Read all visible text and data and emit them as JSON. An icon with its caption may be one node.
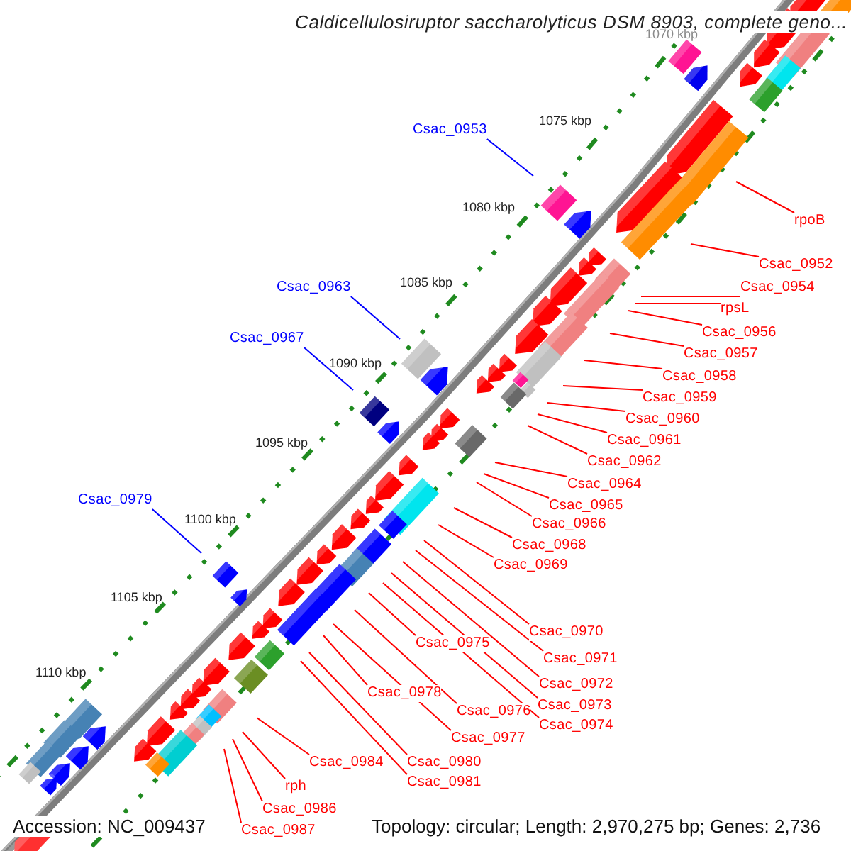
{
  "diagram": {
    "title": "Caldicellulosiruptor saccharolyticus DSM 8903, complete geno...",
    "nodes": [
      {
        "text": [
          "Csac_0953"
        ]
      },
      {
        "text": [
          "Csac_0963"
        ]
      },
      {
        "text": [
          "Csac_0967"
        ]
      },
      {
        "text": [
          "Csac_0979"
        ]
      },
      {
        "text": [
          "rpoB"
        ]
      },
      {
        "text": [
          "Csac_0952"
        ]
      },
      {
        "text": [
          "Csac_0954"
        ]
      },
      {
        "text": [
          "rpsL"
        ]
      },
      {
        "text": [
          "Csac_0956"
        ]
      },
      {
        "text": [
          "Csac_0957"
        ]
      },
      {
        "text": [
          "Csac_0958"
        ]
      },
      {
        "text": [
          "Csac_0959"
        ]
      },
      {
        "text": [
          "Csac_0960"
        ]
      },
      {
        "text": [
          "Csac_0961"
        ]
      },
      {
        "text": [
          "Csac_0962"
        ]
      },
      {
        "text": [
          "Csac_0964"
        ]
      },
      {
        "text": [
          "Csac_0965"
        ]
      },
      {
        "text": [
          "Csac_0966"
        ]
      },
      {
        "text": [
          "Csac_0968"
        ]
      },
      {
        "text": [
          "Csac_0969"
        ]
      },
      {
        "text": [
          "Csac_0970"
        ]
      },
      {
        "text": [
          "Csac_0971"
        ]
      },
      {
        "text": [
          "Csac_0972"
        ]
      },
      {
        "text": [
          "Csac_0973"
        ]
      },
      {
        "text": [
          "Csac_0974"
        ]
      },
      {
        "text": [
          "Csac_0975"
        ]
      },
      {
        "text": [
          "Csac_0976"
        ]
      },
      {
        "text": [
          "Csac_0977"
        ]
      },
      {
        "text": [
          "Csac_0978"
        ]
      },
      {
        "text": [
          "Csac_0980"
        ]
      },
      {
        "text": [
          "Csac_0981"
        ]
      },
      {
        "text": [
          "Csac_0984"
        ]
      },
      {
        "text": [
          "rph"
        ]
      },
      {
        "text": [
          "Csac_0986"
        ]
      },
      {
        "text": [
          "Csac_0987"
        ]
      }
    ],
    "edges": [
      {
        "from": 0,
        "to": null,
        "arrow": "none",
        "color": "#0000ff"
      },
      {
        "from": 1,
        "to": null,
        "arrow": "none",
        "color": "#0000ff"
      },
      {
        "from": 2,
        "to": null,
        "arrow": "none",
        "color": "#0000ff"
      },
      {
        "from": 3,
        "to": null,
        "arrow": "none",
        "color": "#0000ff"
      },
      {
        "from": 4,
        "to": null,
        "arrow": "none"
      },
      {
        "from": 5,
        "to": null,
        "arrow": "none"
      },
      {
        "from": 6,
        "to": null,
        "arrow": "none"
      },
      {
        "from": 7,
        "to": null,
        "arrow": "none"
      },
      {
        "from": 8,
        "to": null,
        "arrow": "none"
      },
      {
        "from": 9,
        "to": null,
        "arrow": "none"
      },
      {
        "from": 10,
        "to": null,
        "arrow": "none"
      },
      {
        "from": 11,
        "to": null,
        "arrow": "none"
      },
      {
        "from": 12,
        "to": null,
        "arrow": "none"
      },
      {
        "from": 13,
        "to": null,
        "arrow": "none"
      },
      {
        "from": 14,
        "to": null,
        "arrow": "none"
      },
      {
        "from": 15,
        "to": null,
        "arrow": "none"
      },
      {
        "from": 16,
        "to": null,
        "arrow": "none"
      },
      {
        "from": 17,
        "to": null,
        "arrow": "none"
      },
      {
        "from": 18,
        "to": null,
        "arrow": "none"
      },
      {
        "from": 19,
        "to": null,
        "arrow": "none"
      },
      {
        "from": 20,
        "to": null,
        "arrow": "none"
      },
      {
        "from": 21,
        "to": null,
        "arrow": "none"
      },
      {
        "from": 22,
        "to": null,
        "arrow": "none"
      },
      {
        "from": 23,
        "to": null,
        "arrow": "none"
      },
      {
        "from": 24,
        "to": null,
        "arrow": "none"
      },
      {
        "from": 25,
        "to": null,
        "arrow": "none"
      },
      {
        "from": 26,
        "to": null,
        "arrow": "none"
      },
      {
        "from": 27,
        "to": null,
        "arrow": "none"
      },
      {
        "from": 28,
        "to": null,
        "arrow": "none"
      },
      {
        "from": 29,
        "to": null,
        "arrow": "none"
      },
      {
        "from": 30,
        "to": null,
        "arrow": "none"
      },
      {
        "from": 31,
        "to": null,
        "arrow": "none"
      },
      {
        "from": 32,
        "to": null,
        "arrow": "none"
      },
      {
        "from": 33,
        "to": null,
        "arrow": "none"
      },
      {
        "from": 34,
        "to": null,
        "arrow": "none"
      }
    ],
    "labels": [
      "1070 kbp",
      "1075 kbp",
      "1080 kbp",
      "1085 kbp",
      "1090 kbp",
      "1095 kbp",
      "1100 kbp",
      "1105 kbp",
      "1110 kbp",
      "Accession: NC_009437",
      "Topology: circular; Length: 2,970,275 bp; Genes: 2,736"
    ]
  }
}
